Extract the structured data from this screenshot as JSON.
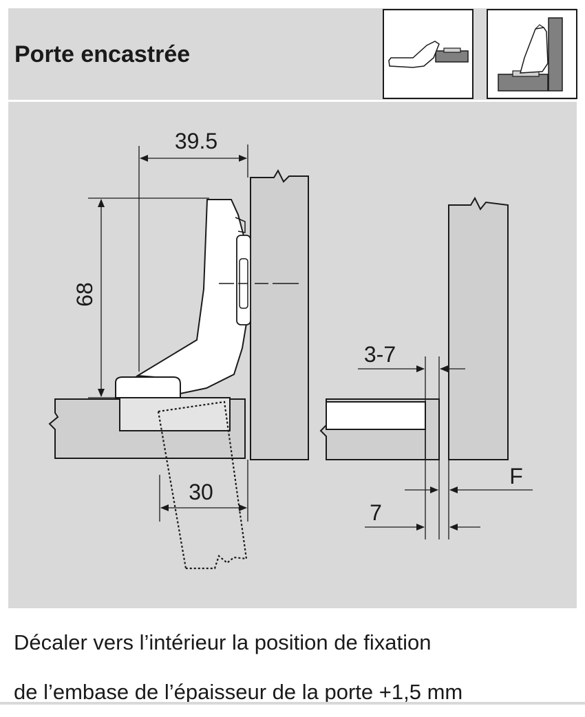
{
  "header": {
    "title": "Porte encastrée"
  },
  "dimensions": {
    "width_top": "39.5",
    "height_left": "68",
    "drill_width": "30",
    "gap_range": "3-7",
    "thickness": "7",
    "offset_label": "F"
  },
  "caption": {
    "line1": "Décaler vers l’intérieur la position de fixation",
    "line2": "de l’embase de l’épaisseur de la porte +1,5 mm"
  },
  "colors": {
    "panel_bg": "#d9d9d9",
    "board_fill": "#cfcfcf",
    "line": "#1a1a1a"
  }
}
